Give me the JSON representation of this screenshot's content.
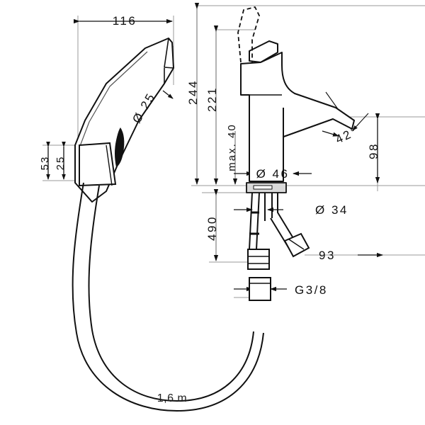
{
  "drawing": {
    "type": "technical-dimension-drawing",
    "subject": "Single-lever basin mixer with bidet hand spray and 1.6 m hose",
    "line_color": "#111111",
    "dimension_line_color": "#8a8a8a",
    "background_color": "#ffffff"
  },
  "dimensions": {
    "spray_head_length": "116",
    "spray_head_diameter": "Ø 25",
    "bracket_total": "53",
    "bracket_inner": "25",
    "faucet_total_height": "244",
    "faucet_spout_height": "221",
    "max_deck_thickness": "max. 40",
    "base_diameter": "Ø 46",
    "shank_diameter": "Ø 34",
    "spout_reach": "98",
    "spout_angle": "42°",
    "supply_hose_length": "490",
    "branch_offset": "93",
    "thread_size": "G3/8",
    "hose_length": "1,6 m"
  },
  "labels": {
    "d116": "116",
    "d25dia": "Ø 25",
    "d53": "53",
    "d25": "25",
    "d244": "244",
    "d221": "221",
    "dmax40": "max. 40",
    "d46": "Ø 46",
    "d34": "Ø 34",
    "d98": "98",
    "d42": "42°",
    "d490": "490",
    "d93": "93",
    "g38": "G3/8",
    "hose": "1,6 m"
  }
}
